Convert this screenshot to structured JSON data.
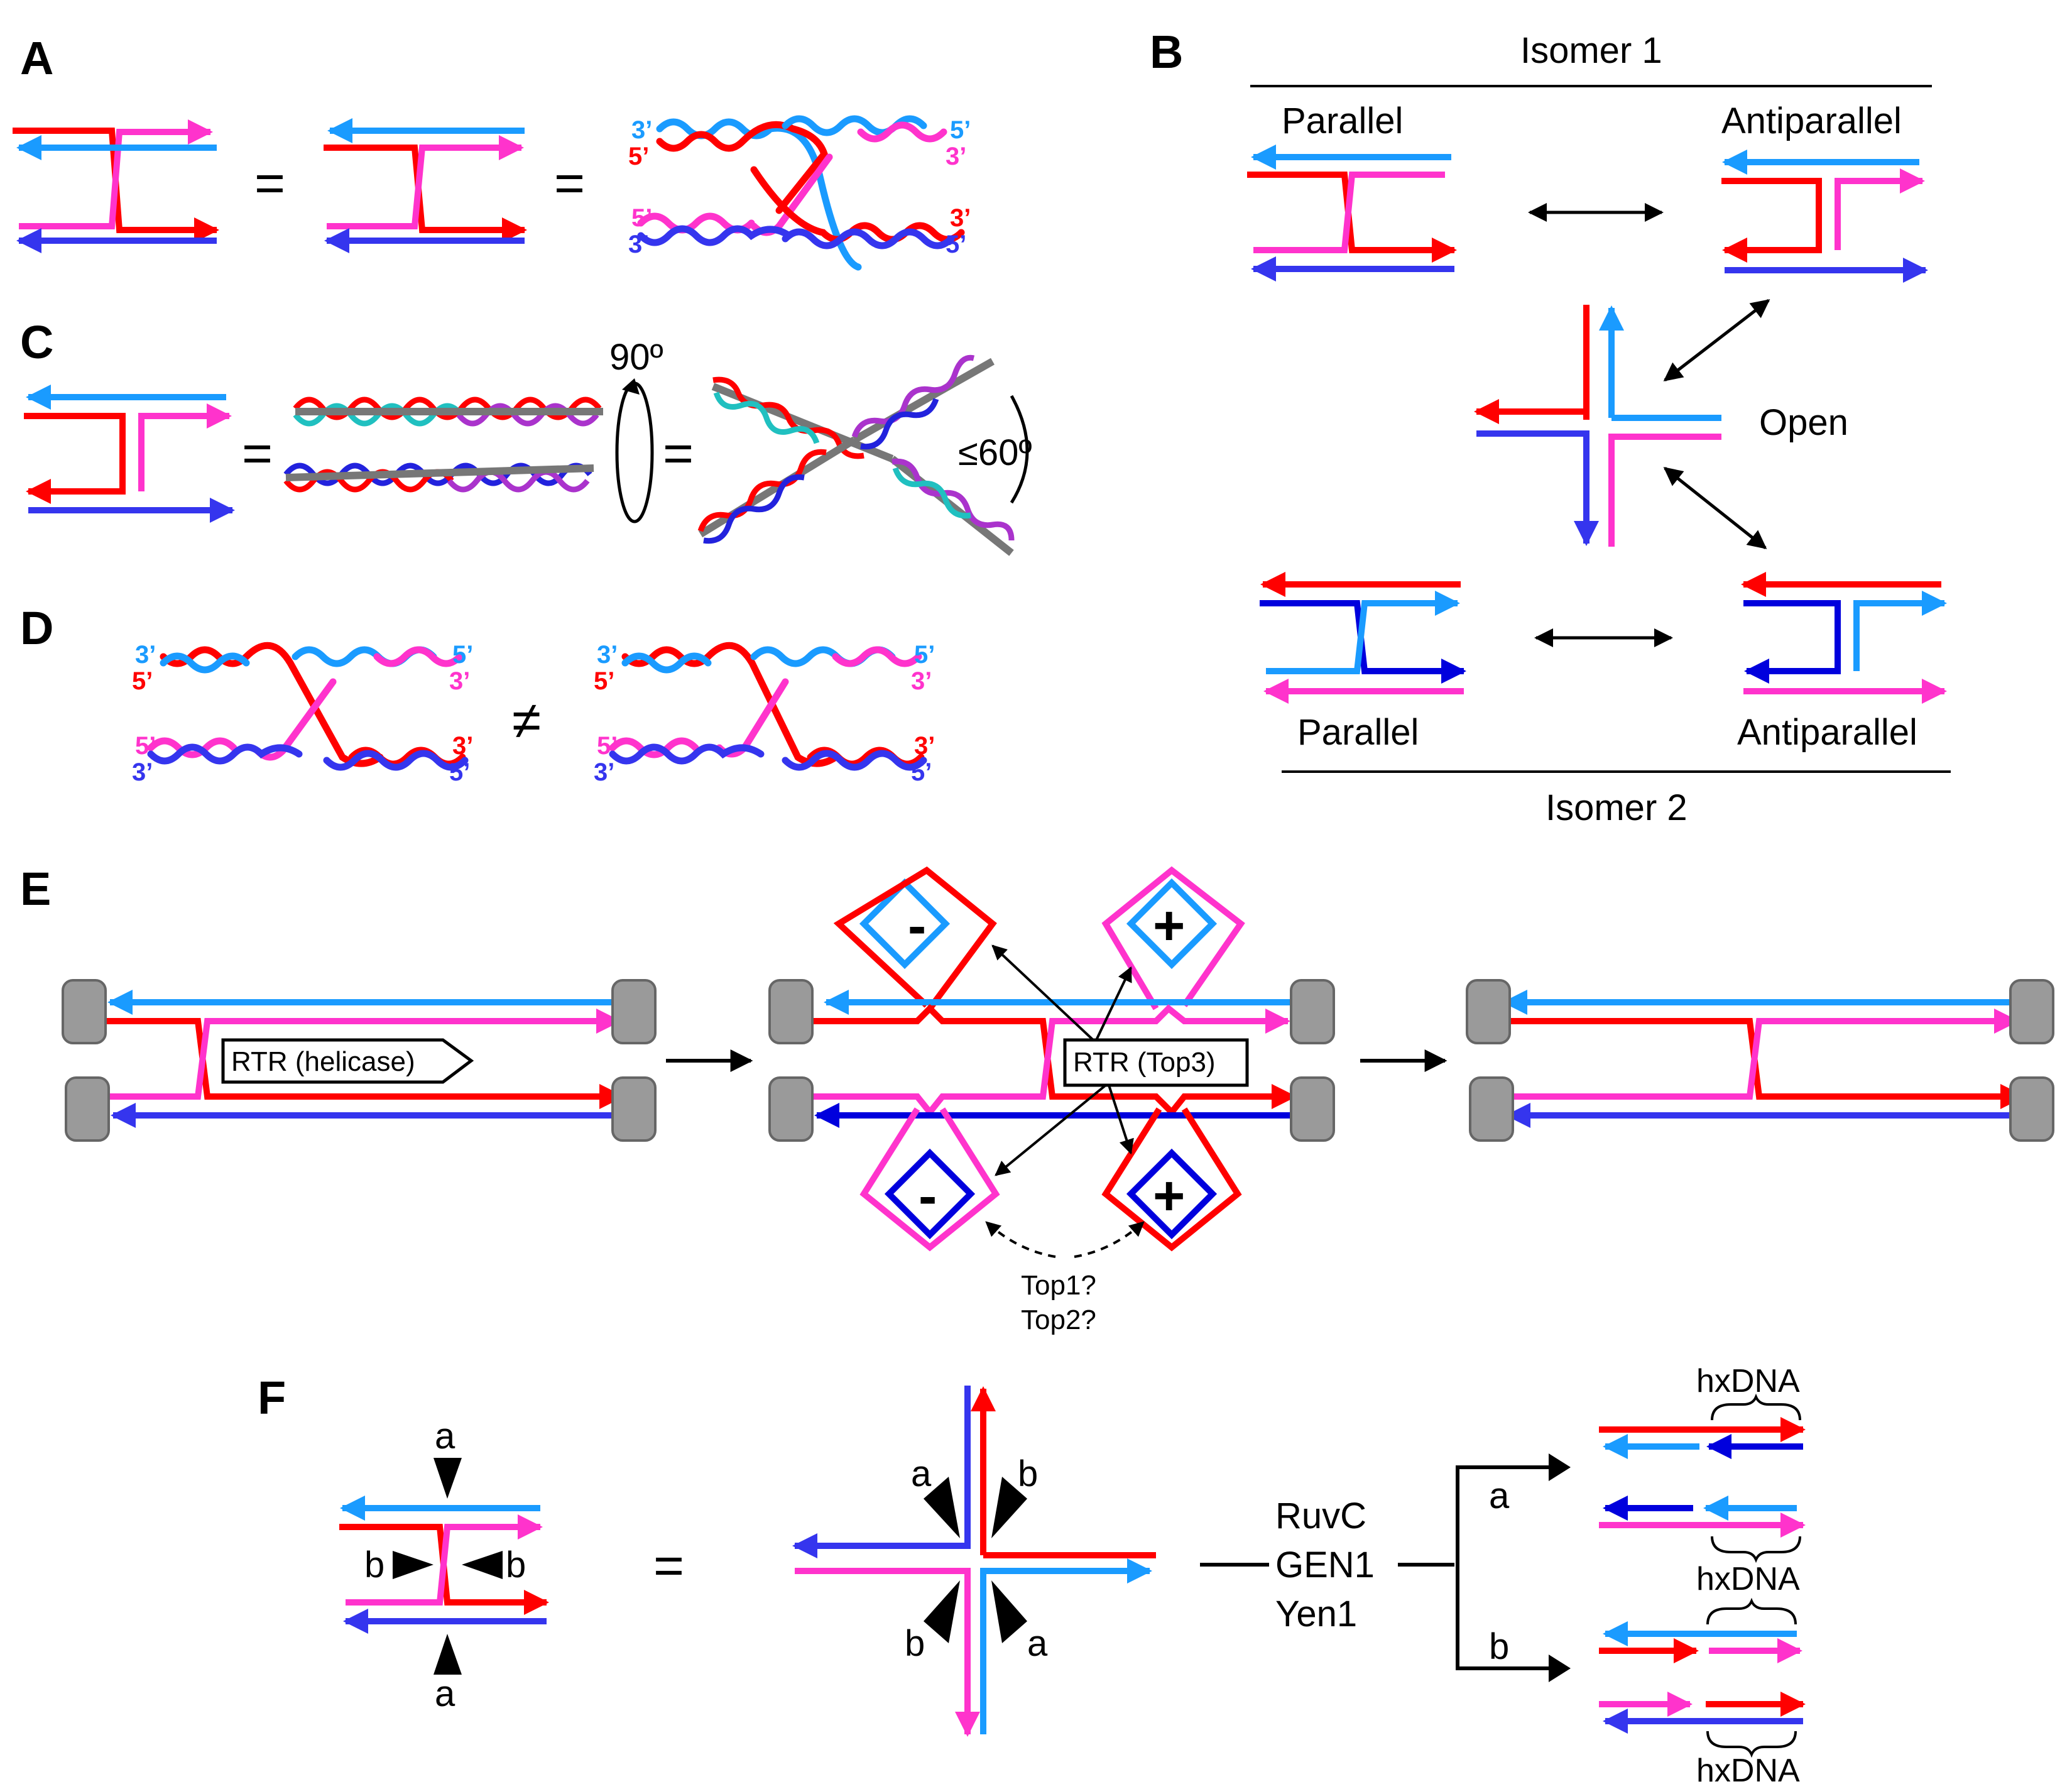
{
  "colors": {
    "red": "#ff0000",
    "pink": "#ff33cc",
    "light_blue": "#1a9bff",
    "dark_blue": "#3535ee",
    "navy": "#0000dd",
    "gray_block": "#9a9a9a"
  },
  "panel_labels": {
    "a": "A",
    "b": "B",
    "c": "C",
    "d": "D",
    "e": "E",
    "f": "F"
  },
  "symbols": {
    "equals": "=",
    "not_equal": "≠",
    "plus": "+",
    "minus": "-"
  },
  "strand_ends": {
    "three_prime": "3’",
    "five_prime": "5’"
  },
  "panel_b": {
    "isomer1": "Isomer 1",
    "isomer2": "Isomer 2",
    "parallel": "Parallel",
    "antiparallel": "Antiparallel",
    "open": "Open"
  },
  "panel_c": {
    "rotation": "90º",
    "angle": "≤60º"
  },
  "panel_e": {
    "helicase": "RTR (helicase)",
    "top3": "RTR (Top3)",
    "top1": "Top1?",
    "top2": "Top2?"
  },
  "panel_f": {
    "site_a": "a",
    "site_b": "b",
    "enzymes": [
      "RuvC",
      "GEN1",
      "Yen1"
    ],
    "path_a": "a",
    "path_b": "b",
    "hxdna": "hxDNA"
  }
}
